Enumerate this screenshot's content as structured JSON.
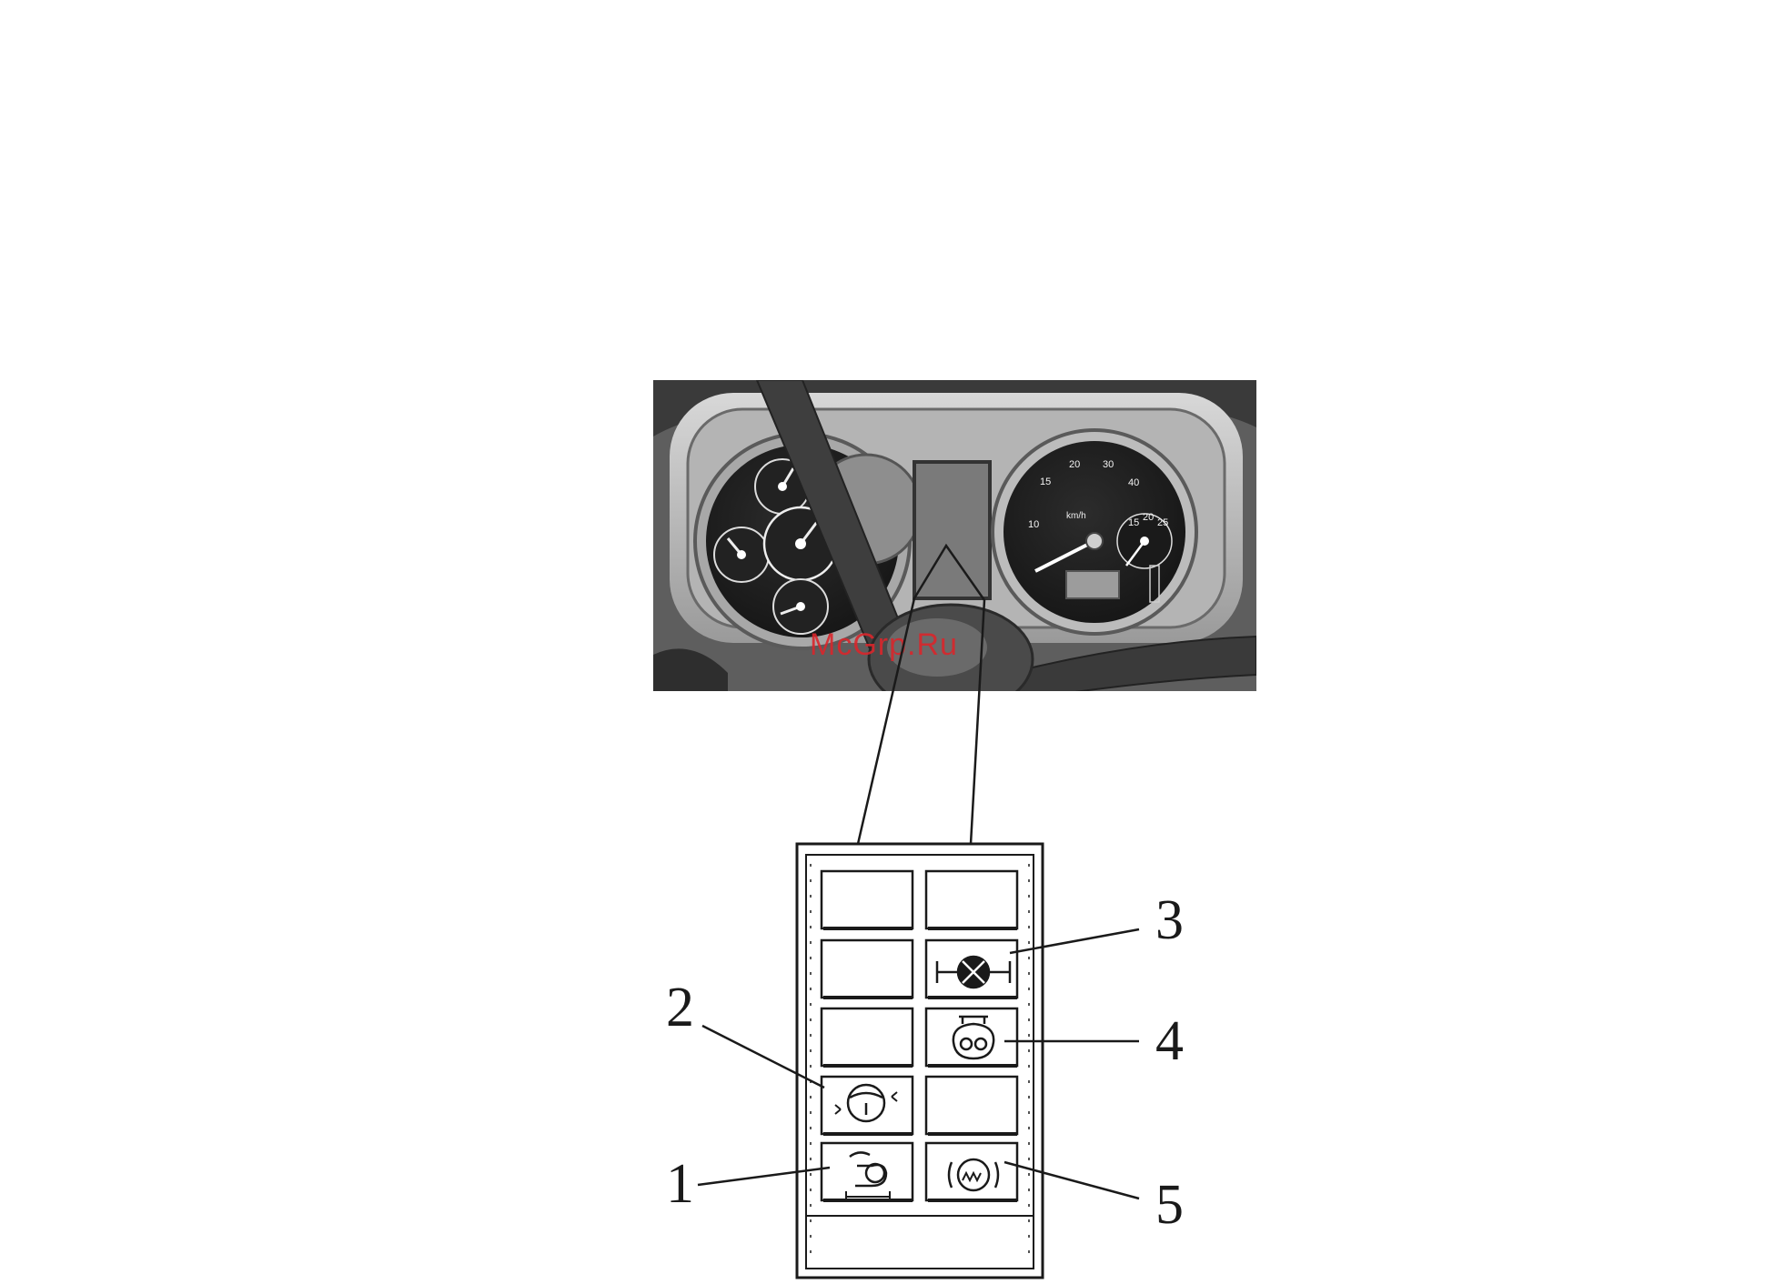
{
  "callouts": [
    {
      "id": "1",
      "label": "1"
    },
    {
      "id": "2",
      "label": "2"
    },
    {
      "id": "3",
      "label": "3"
    },
    {
      "id": "4",
      "label": "4"
    },
    {
      "id": "5",
      "label": "5"
    }
  ],
  "speedometer": {
    "scale": [
      "10",
      "15",
      "20",
      "30",
      "40"
    ],
    "unit": "km/h"
  },
  "tachometer": {
    "scale": [
      "15",
      "20",
      "25"
    ]
  },
  "watermark": "McGrp.Ru",
  "warning_panel": {
    "rows": [
      [
        "blank",
        "blank"
      ],
      [
        "blank",
        "brake-lamp-icon"
      ],
      [
        "blank",
        "engine-preheat-icon"
      ],
      [
        "steering-icon",
        "blank"
      ],
      [
        "park-brake-icon",
        "brake-wear-icon"
      ]
    ]
  },
  "colors": {
    "line": "#1a1a1a",
    "dash_dark": "#3d3d3d",
    "dash_mid": "#8a8a8a",
    "dash_light": "#c9c9c9",
    "gauge_face": "#1e1e1e",
    "watermark": "#d9262b"
  }
}
